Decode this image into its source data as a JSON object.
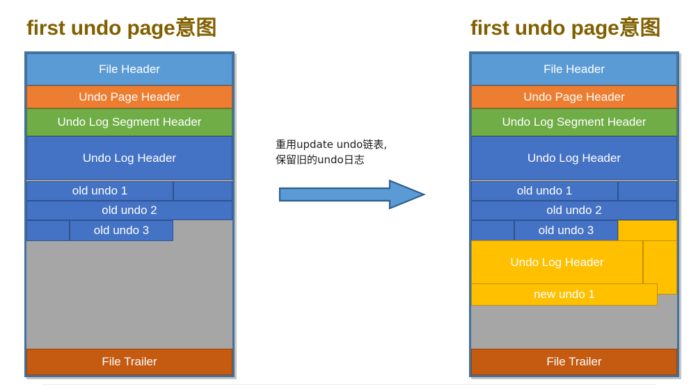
{
  "left": {
    "title": "first undo page意图",
    "bands": [
      {
        "key": "file_header",
        "label": "File Header"
      },
      {
        "key": "undo_page_header",
        "label": "Undo Page Header"
      },
      {
        "key": "segment_header",
        "label": "Undo Log Segment Header"
      },
      {
        "key": "undo_log_header",
        "label": "Undo Log Header"
      },
      {
        "key": "file_trailer",
        "label": "File Trailer"
      }
    ],
    "undo_entries": [
      {
        "label": "old undo 1"
      },
      {
        "label": "old undo 2"
      },
      {
        "label": "old undo 3"
      }
    ]
  },
  "right": {
    "title": "first undo page意图",
    "bands": [
      {
        "key": "file_header",
        "label": "File Header"
      },
      {
        "key": "undo_page_header",
        "label": "Undo Page Header"
      },
      {
        "key": "segment_header",
        "label": "Undo Log Segment Header"
      },
      {
        "key": "undo_log_header",
        "label": "Undo Log Header"
      },
      {
        "key": "file_trailer",
        "label": "File Trailer"
      }
    ],
    "undo_entries": [
      {
        "label": "old undo 1"
      },
      {
        "label": "old undo 2"
      },
      {
        "label": "old undo 3"
      }
    ],
    "new_section": {
      "header_label": "Undo Log Header",
      "entry_label": "new undo 1"
    }
  },
  "center": {
    "note_line1": "重用update undo链表,",
    "note_line2": "保留旧的undo日志",
    "arrow": "right-arrow-icon"
  },
  "colors": {
    "title": "#806000",
    "file_header": "#5B9BD5",
    "undo_page_header": "#ED7D31",
    "segment_header": "#70AD47",
    "undo_log_header": "#4472C4",
    "new_undo": "#FFC000",
    "free_space": "#A6A6A6",
    "file_trailer": "#C55A11",
    "page_border": "#41719C",
    "arrow_fill": "#5B9BD5",
    "arrow_stroke": "#2E5E8E"
  }
}
